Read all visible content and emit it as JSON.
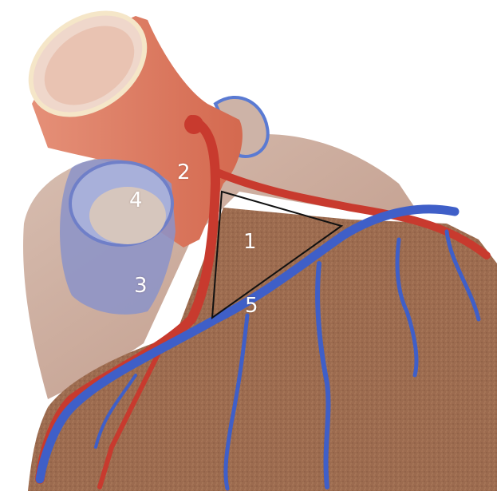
{
  "labels": {
    "one": "1",
    "two": "2",
    "three": "3",
    "four": "4",
    "five": "5"
  },
  "colors": {
    "aorta": "#d9735c",
    "aorta_inner": "#e7c9b8",
    "artery": "#c83a2e",
    "vein": "#3f5fc8",
    "myocardium": "#9a6a4e",
    "atrium": "#c9a89a",
    "vena_cava": "#8f96c8",
    "triangle_outline": "#111111"
  }
}
